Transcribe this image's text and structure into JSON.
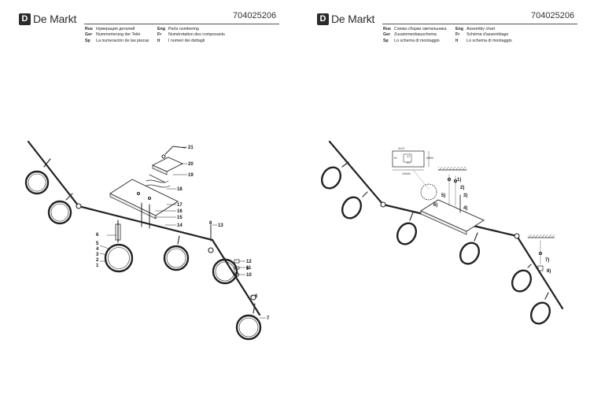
{
  "brand": {
    "name": "De Markt",
    "mark": "D"
  },
  "product_code": "704025206",
  "left_page": {
    "headings": [
      {
        "lang": "Rus",
        "text": "Нумерация деталей"
      },
      {
        "lang": "Ger",
        "text": "Nummerierung der Teile"
      },
      {
        "lang": "Sp",
        "text": "La numeración de las piezas"
      },
      {
        "lang": "Eng",
        "text": "Parts numbering"
      },
      {
        "lang": "Fr",
        "text": "Numérotation des composants"
      },
      {
        "lang": "It",
        "text": "I numeri dei dettagli"
      }
    ],
    "part_numbers": [
      "1",
      "2",
      "3",
      "4",
      "5",
      "6",
      "6",
      "7",
      "8",
      "9",
      "10",
      "11",
      "12",
      "13",
      "14",
      "15",
      "16",
      "17",
      "18",
      "19",
      "20",
      "21"
    ]
  },
  "right_page": {
    "headings": [
      {
        "lang": "Rus",
        "text": "Схема сборки светильника"
      },
      {
        "lang": "Ger",
        "text": "Zusammenbauschema"
      },
      {
        "lang": "Sp",
        "text": "Lo schema di montaggio"
      },
      {
        "lang": "Eng",
        "text": "Assembly chart"
      },
      {
        "lang": "Fr",
        "text": "Schéma d'assemblage"
      },
      {
        "lang": "It",
        "text": "Lo schema di montaggio"
      }
    ],
    "steps": [
      "1)",
      "2)",
      "3)",
      "4)",
      "5)",
      "6)",
      "7)",
      "8)"
    ],
    "dimensions": [
      "90.23",
      "142MM",
      "60MM",
      "4.2",
      "8.0",
      "60"
    ]
  }
}
